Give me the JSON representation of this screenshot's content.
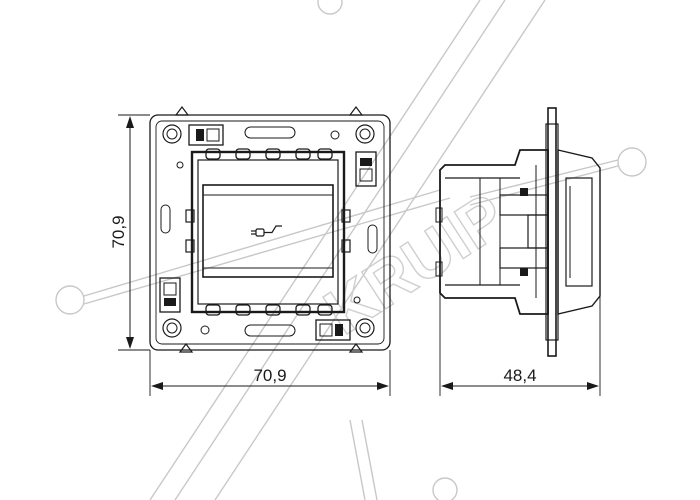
{
  "dimensions": {
    "front_height": "70,9",
    "front_width": "70,9",
    "side_depth": "48,4"
  },
  "watermark": {
    "text": "KRUIP",
    "color": "#cfcfcf"
  },
  "icons": {
    "center_symbol": "plug-socket-icon"
  },
  "colors": {
    "line": "#1a1a1a",
    "watermark": "#c8c8c8",
    "background": "#ffffff"
  }
}
